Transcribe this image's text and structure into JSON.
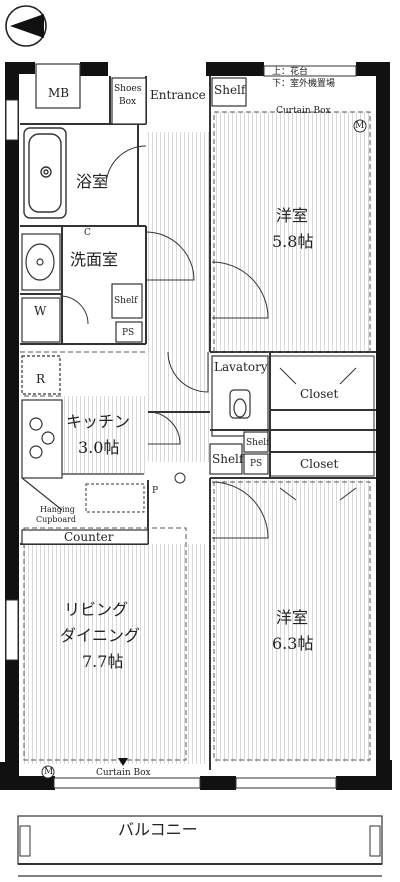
{
  "compass": {
    "icon": "north-arrow-icon"
  },
  "legend": {
    "line1": "上：花台",
    "line2": "下：室外機置場"
  },
  "labels": {
    "mb": "MB",
    "shoes_box_1": "Shoes",
    "shoes_box_2": "Box",
    "entrance": "Entrance",
    "shelf_entrance": "Shelf",
    "curtain_box_top": "Curtain Box",
    "bath": "浴室",
    "washroom": "洗面室",
    "w": "W",
    "shelf_wash": "Shelf",
    "ps_wash": "PS",
    "r": "R",
    "kitchen": "キッチン",
    "kitchen_size": "3.0帖",
    "hanging_cupboard_1": "Hanging",
    "hanging_cupboard_2": "Cupboard",
    "counter": "Counter",
    "p": "P",
    "living_1": "リビング",
    "living_2": "ダイニング",
    "living_size": "7.7帖",
    "curtain_box_bottom": "Curtain Box",
    "western_room_1": "洋室",
    "western_room_1_size": "5.8帖",
    "lavatory": "Lavatory",
    "closet_1": "Closet",
    "closet_2": "Closet",
    "shelf_hall": "Shelf",
    "shelf_toilet": "Shelf",
    "ps_hall": "PS",
    "western_room_2": "洋室",
    "western_room_2_size": "6.3帖",
    "balcony": "バルコニー",
    "c": "C",
    "m_top": "M",
    "m_bottom": "M"
  }
}
